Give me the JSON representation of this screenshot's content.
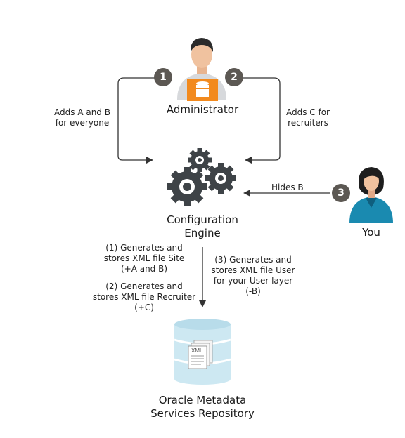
{
  "nodes": {
    "administrator": "Administrator",
    "configuration_engine_line1": "Configuration",
    "configuration_engine_line2": "Engine",
    "you": "You",
    "repository_line1": "Oracle Metadata",
    "repository_line2": "Services Repository"
  },
  "steps": {
    "step1": "1",
    "step2": "2",
    "step3": "3"
  },
  "arrows": {
    "adds_ab_line1": "Adds A and B",
    "adds_ab_line2": "for everyone",
    "adds_c_line1": "Adds C for",
    "adds_c_line2": "recruiters",
    "hides_b": "Hides B"
  },
  "notes": {
    "gen1_line1": "(1) Generates and",
    "gen1_line2": "stores XML file Site",
    "gen1_line3": "(+A and B)",
    "gen2_line1": "(2) Generates and",
    "gen2_line2": "stores XML file Recruiter",
    "gen2_line3": "(+C)",
    "gen3_line1": "(3) Generates and",
    "gen3_line2": "stores XML file User",
    "gen3_line3": "for your User layer",
    "gen3_line4": "(-B)"
  },
  "icons": {
    "xml_doc_label": "XML",
    "admin_badge_color": "#f28a1e",
    "user_shirt_color": "#1a8ab0",
    "gear_color": "#3e4347",
    "step_circle_color": "#5c5853",
    "db_color": "#cde8f2"
  }
}
